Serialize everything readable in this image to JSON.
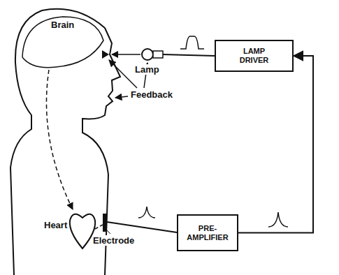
{
  "diagram": {
    "nodes": [
      {
        "text": [
          "LAMP DRIVER"
        ]
      },
      {
        "text": [
          "PRE- AMPLIFIER"
        ]
      }
    ],
    "edges": [
      {
        "from": 1,
        "to": 0,
        "arrow": "to"
      }
    ],
    "labels": [
      "Brain",
      "Lamp",
      "Feedback",
      "Heart",
      "Electrode"
    ]
  }
}
